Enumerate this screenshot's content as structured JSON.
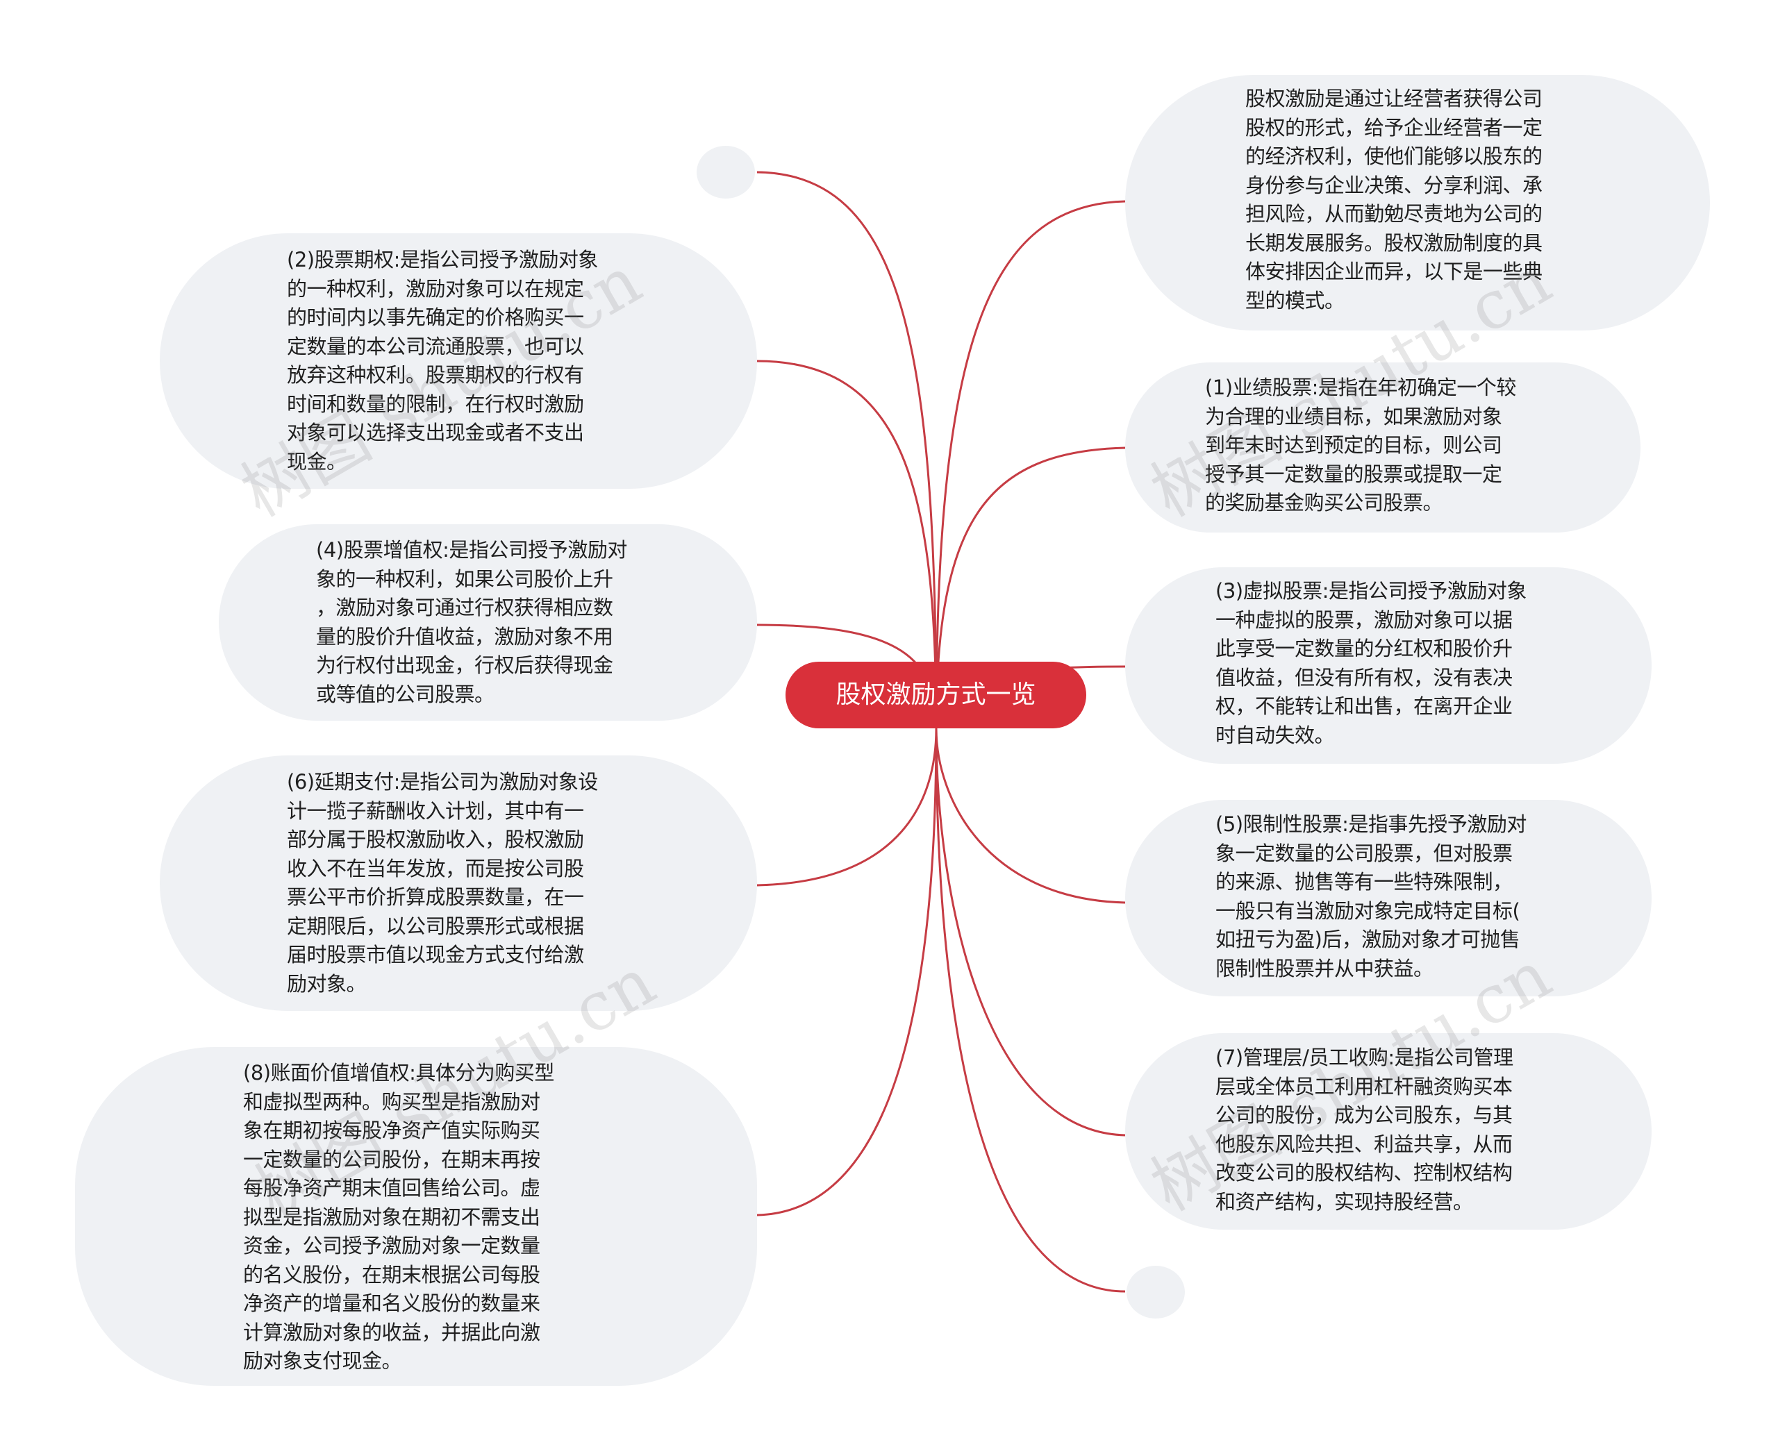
{
  "center": {
    "label": "股权激励方式一览"
  },
  "colors": {
    "accent": "#d9303a",
    "link": "#c63c44",
    "node_bg": "#eff1f4"
  },
  "nodes": {
    "intro": "股权激励是通过让经营者获得公司\n股权的形式，给予企业经营者一定\n的经济权利，使他们能够以股东的\n身份参与企业决策、分享利润、承\n担风险，从而勤勉尽责地为公司的\n长期发展服务。股权激励制度的具\n体安排因企业而异，以下是一些典\n型的模式。",
    "performance_shares": "(1)业绩股票:是指在年初确定一个较\n为合理的业绩目标，如果激励对象\n到年末时达到预定的目标，则公司\n授予其一定数量的股票或提取一定\n的奖励基金购买公司股票。",
    "stock_options": "(2)股票期权:是指公司授予激励对象\n的一种权利，激励对象可以在规定\n的时间内以事先确定的价格购买一\n定数量的本公司流通股票，也可以\n放弃这种权利。股票期权的行权有\n时间和数量的限制，在行权时激励\n对象可以选择支出现金或者不支出\n现金。",
    "phantom_shares": "(3)虚拟股票:是指公司授予激励对象\n一种虚拟的股票，激励对象可以据\n此享受一定数量的分红权和股价升\n值收益，但没有所有权，没有表决\n权，不能转让和出售，在离开企业\n时自动失效。",
    "stock_appreciation": "(4)股票增值权:是指公司授予激励对\n象的一种权利，如果公司股价上升\n，激励对象可通过行权获得相应数\n量的股价升值收益，激励对象不用\n为行权付出现金，行权后获得现金\n或等值的公司股票。",
    "restricted_shares": "(5)限制性股票:是指事先授予激励对\n象一定数量的公司股票，但对股票\n的来源、抛售等有一些特殊限制，\n一般只有当激励对象完成特定目标(\n如扭亏为盈)后，激励对象才可抛售\n限制性股票并从中获益。",
    "deferred_payment": "(6)延期支付:是指公司为激励对象设\n计一揽子薪酬收入计划，其中有一\n部分属于股权激励收入，股权激励\n收入不在当年发放，而是按公司股\n票公平市价折算成股票数量，在一\n定期限后，以公司股票形式或根据\n届时股票市值以现金方式支付给激\n励对象。",
    "buyout": "(7)管理层/员工收购:是指公司管理\n层或全体员工利用杠杆融资购买本\n公司的股份，成为公司股东，与其\n他股东风险共担、利益共享，从而\n改变公司的股权结构、控制权结构\n和资产结构，实现持股经营。",
    "book_value": "(8)账面价值增值权:具体分为购买型\n和虚拟型两种。购买型是指激励对\n象在期初按每股净资产值实际购买\n一定数量的公司股份，在期末再按\n每股净资产期末值回售给公司。虚\n拟型是指激励对象在期初不需支出\n资金，公司授予激励对象一定数量\n的名义股份，在期末根据公司每股\n净资产的增量和名义股份的数量来\n计算激励对象的收益，并据此向激\n励对象支付现金。"
  },
  "watermark": "树图 shutu.cn"
}
